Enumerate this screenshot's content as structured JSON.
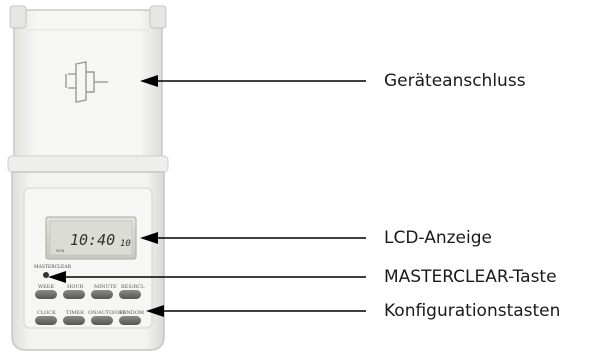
{
  "labels": {
    "device_connection": "Geräteanschluss",
    "lcd_display": "LCD-Anzeige",
    "masterclear_key": "MASTERCLEAR-Taste",
    "config_keys": "Konfigurationstasten"
  },
  "device": {
    "lcd_time": "10:40",
    "lcd_seconds": "10",
    "lcd_small": "MON",
    "masterclear_print": "MASTERCLEAR",
    "buttons_row1": [
      "WEEK",
      "HOUR",
      "MINUTE",
      "RES/RCL"
    ],
    "buttons_row2": [
      "CLOCK",
      "TIMER",
      "ON/AUTO/OFF",
      "RANDOM"
    ]
  },
  "colors": {
    "housing": "#f0f0ee",
    "lid": "#f4f4f2",
    "lcd": "#d6d6d0",
    "button": "#6b6b6b",
    "arrow": "#000000"
  }
}
